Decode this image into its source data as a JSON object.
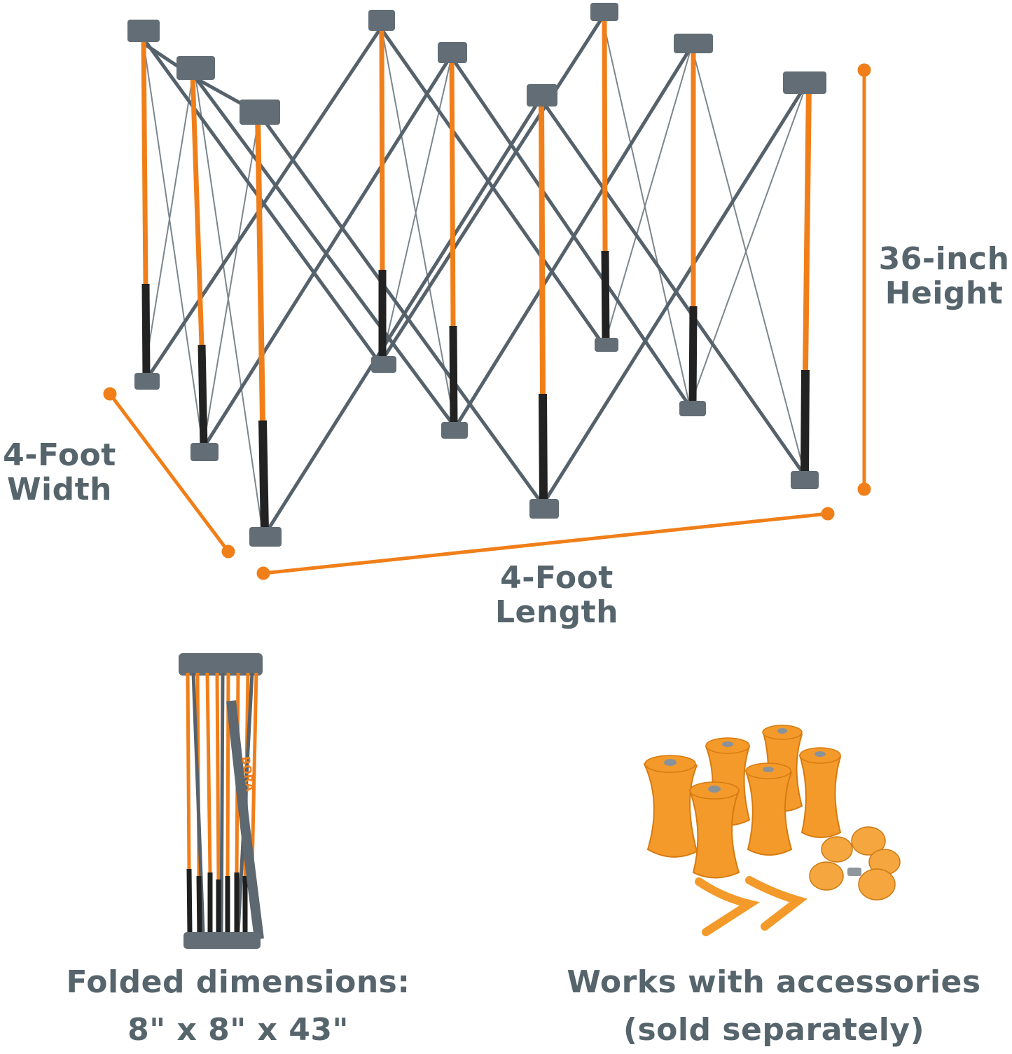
{
  "colors": {
    "orange": "#f07f1a",
    "steel": "#5a6670",
    "text": "#56646c",
    "background": "#ffffff"
  },
  "dimensions": {
    "height": {
      "line1": "36-inch",
      "line2": "Height"
    },
    "width": {
      "line1": "4-Foot",
      "line2": "Width"
    },
    "length": {
      "line1": "4-Foot",
      "line2": "Length"
    }
  },
  "folded": {
    "title": "Folded dimensions:",
    "size": "8\" x 8\" x 43\"",
    "strap_logo": "BORA",
    "icon": "folded-sawhorse-bundle-icon"
  },
  "accessories": {
    "title": "Works with accessories",
    "note": "(sold separately)",
    "icon": "orange-accessory-set-icon"
  },
  "product_icon": "sawhorse-stand-icon"
}
